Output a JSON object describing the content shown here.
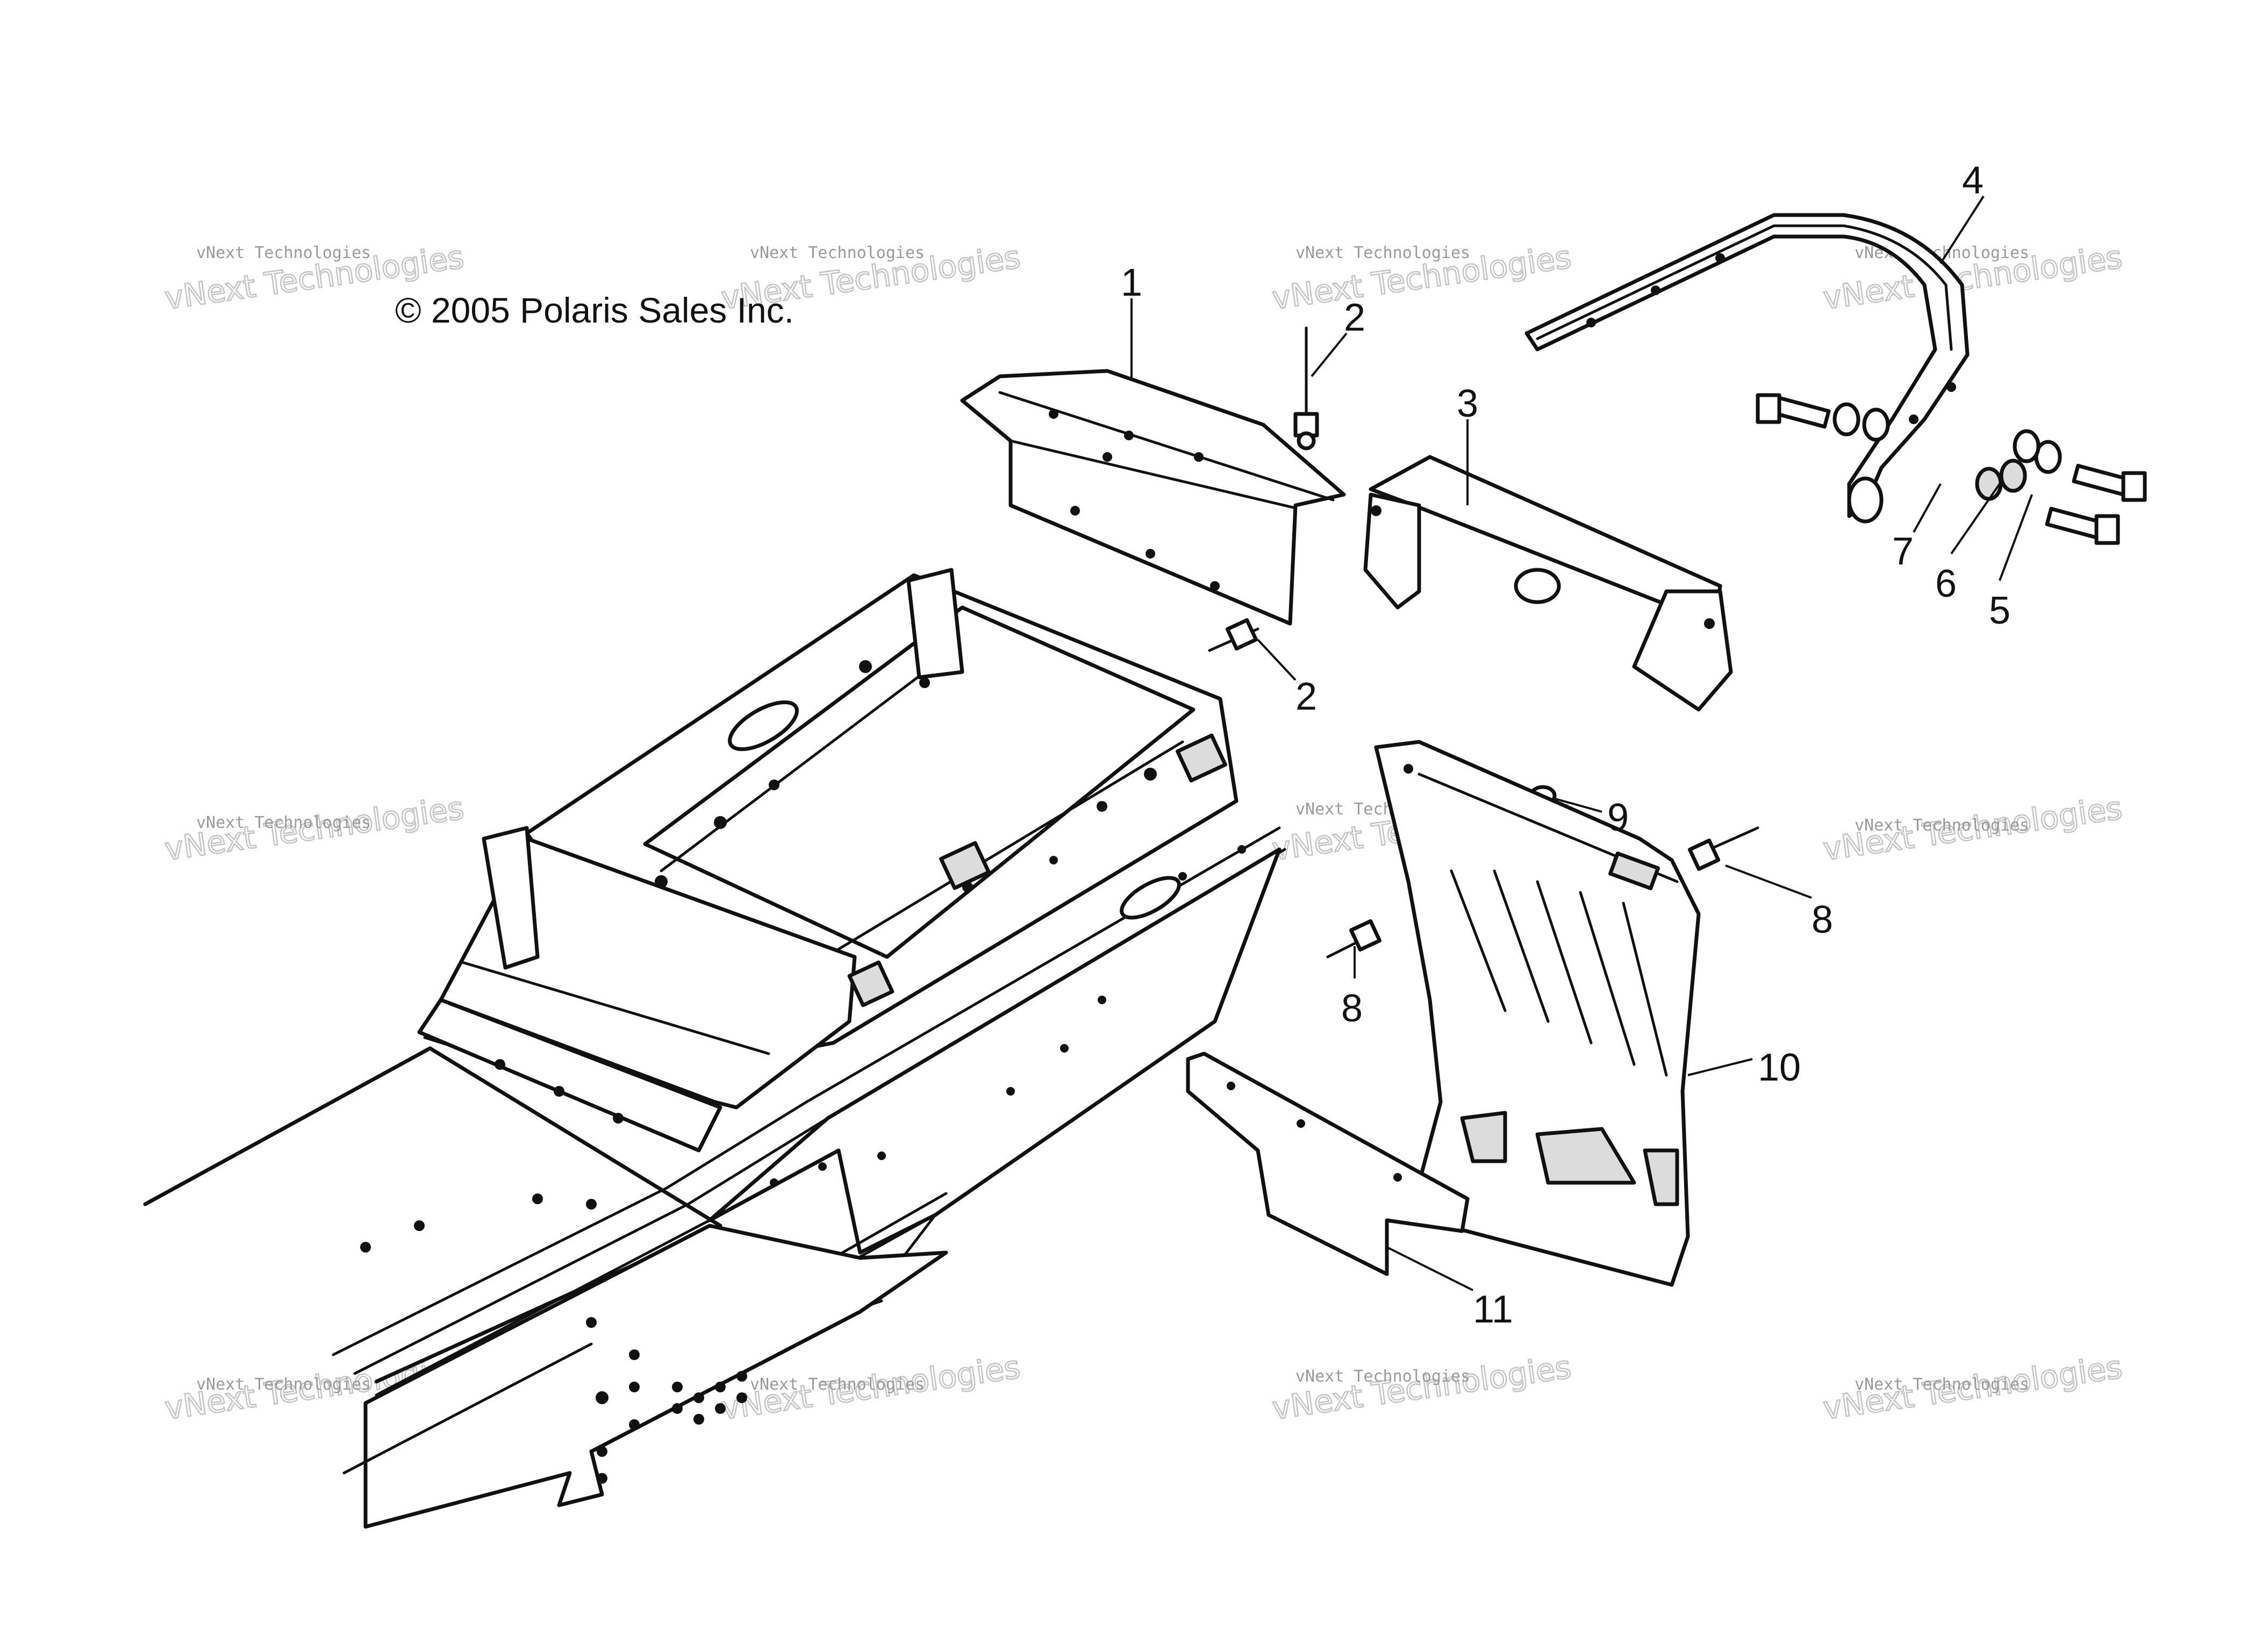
{
  "copyright": "© 2005 Polaris Sales Inc.",
  "watermark": {
    "small": "vNext Technologies",
    "big": "vNext Technologies"
  },
  "callouts": {
    "c1": "1",
    "c2a": "2",
    "c2b": "2",
    "c3": "3",
    "c4": "4",
    "c5": "5",
    "c6": "6",
    "c7": "7",
    "c8a": "8",
    "c8b": "8",
    "c9": "9",
    "c10": "10",
    "c11": "11"
  }
}
